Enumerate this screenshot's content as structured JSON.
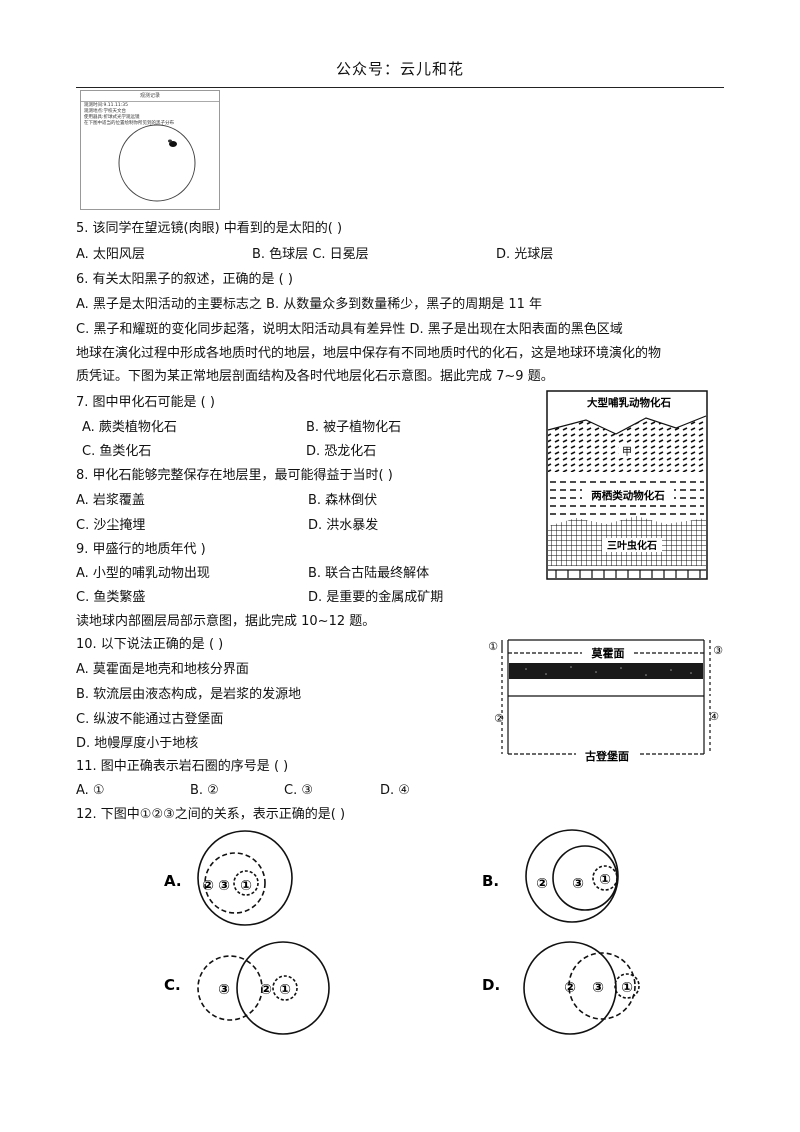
{
  "header": {
    "title": "公众号：云儿和花"
  },
  "observation": {
    "title": "观测记录",
    "lines": [
      "观测时间:9.11.11:35",
      "观测地点:学校天文台",
      "使用器具:折球式光学观远镜",
      "在下图中适当的位置绘制你所见到的黑子分布"
    ]
  },
  "q5": {
    "stem": "5.  该同学在望远镜(肉眼) 中看到的是太阳的( )",
    "a": "A.  太阳风层",
    "b": "B.  色球层 C.  日冕层",
    "d": "D.  光球层"
  },
  "q6": {
    "stem": "6.  有关太阳黑子的叙述，正确的是 ( )",
    "ab": "A.  黑子是太阳活动的主要标志之  B.  从数量众多到数量稀少，黑子的周期是 11 年",
    "cd": "C.  黑子和耀斑的变化同步起落，说明太阳活动具有差异性   D.  黑子是出现在太阳表面的黑色区域"
  },
  "intro1": {
    "line1": "地球在演化过程中形成各地质时代的地层，地层中保存有不同地质时代的化石，这是地球环境演化的物",
    "line2": "质凭证。下图为某正常地层剖面结构及各时代地层化石示意图。据此完成 7~9 题。"
  },
  "q7": {
    "stem": "7.  图中甲化石可能是 ( )",
    "a": "A.  蕨类植物化石",
    "b": "B.  被子植物化石",
    "c": "C.  鱼类化石",
    "d": "D.  恐龙化石"
  },
  "q8": {
    "stem": "8.  甲化石能够完整保存在地层里，最可能得益于当时( )",
    "a": "A.  岩浆覆盖",
    "b": "B.  森林倒伏",
    "c": "C.  沙尘掩埋",
    "d": "D.  洪水暴发"
  },
  "q9": {
    "stem": "9.  甲盛行的地质年代      )",
    "a": "A.  小型的哺乳动物出现",
    "b": "B.  联合古陆最终解体",
    "c": "C.  鱼类繁盛",
    "d": "D.  是重要的金属成矿期"
  },
  "strata": {
    "top_label": "大型哺乳动物化石",
    "jia": "甲",
    "middle_label": "两栖类动物化石",
    "bottom_label": "三叶虫化石"
  },
  "intro2": {
    "line": "读地球内部圈层局部示意图，据此完成 10~12 题。"
  },
  "q10": {
    "stem": "10.  以下说法正确的是 ( )",
    "a": "A.  莫霍面是地壳和地核分界面",
    "b": "B.  软流层由液态构成，是岩浆的发源地",
    "c": "C.  纵波不能通过古登堡面",
    "d": "D.  地幔厚度小于地核"
  },
  "layers": {
    "moho": "莫霍面",
    "gutenberg": "古登堡面",
    "n1": "①",
    "n2": "②",
    "n3": "③",
    "n4": "④"
  },
  "q11": {
    "stem": "11.  图中正确表示岩石圈的序号是 ( )",
    "a": "A.  ①",
    "b": "B.  ②",
    "c": "C.  ③",
    "d": "D.  ④"
  },
  "q12": {
    "stem": "12.  下图中①②③之间的关系，表示正确的是( )",
    "labels": {
      "a": "A.",
      "b": "B.",
      "c": "C.",
      "d": "D."
    },
    "n1": "①",
    "n2": "②",
    "n3": "③"
  }
}
